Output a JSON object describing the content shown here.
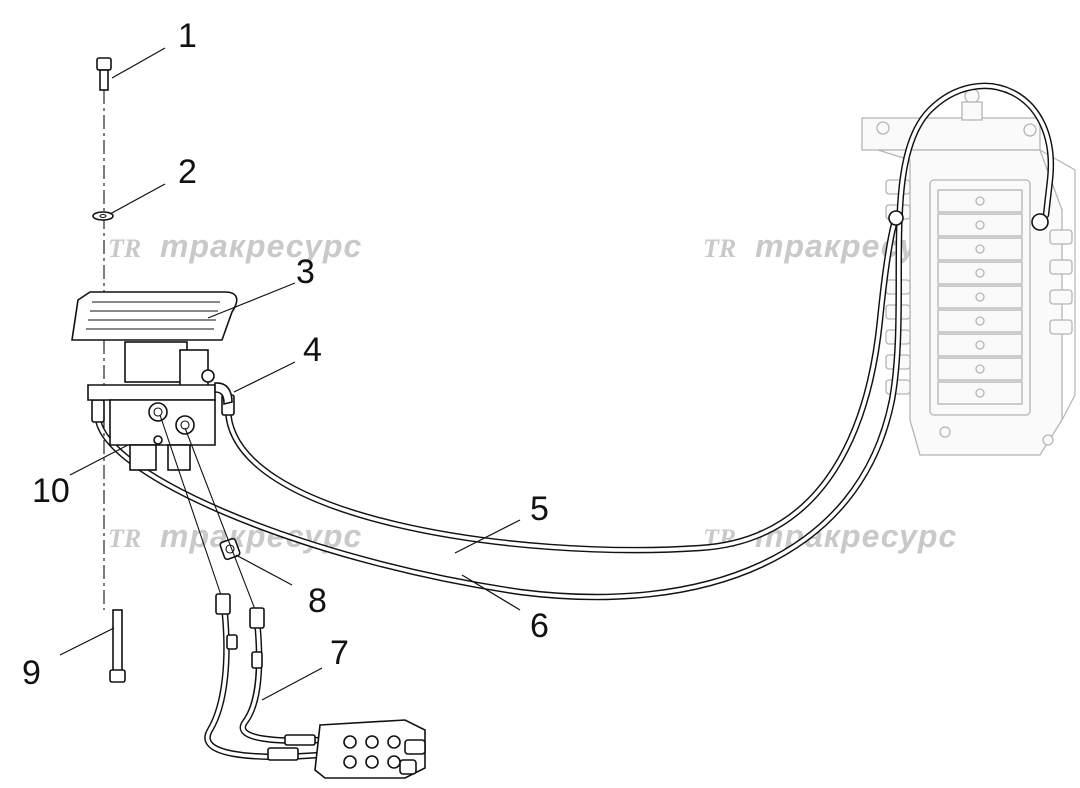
{
  "watermark": {
    "logo": "TR",
    "text": "тракресурс"
  },
  "callouts": [
    {
      "id": "1",
      "label": "1"
    },
    {
      "id": "2",
      "label": "2"
    },
    {
      "id": "3",
      "label": "3"
    },
    {
      "id": "4",
      "label": "4"
    },
    {
      "id": "5",
      "label": "5"
    },
    {
      "id": "6",
      "label": "6"
    },
    {
      "id": "7",
      "label": "7"
    },
    {
      "id": "8",
      "label": "8"
    },
    {
      "id": "9",
      "label": "9"
    },
    {
      "id": "10",
      "label": "10"
    }
  ]
}
